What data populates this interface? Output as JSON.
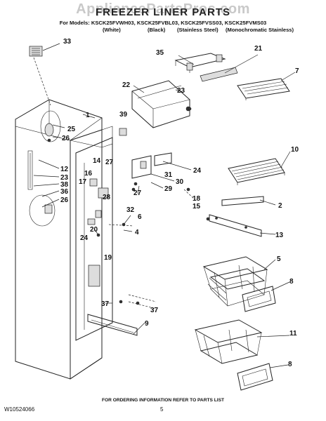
{
  "watermark": "AppliancePartsPros.com",
  "title": "FREEZER LINER PARTS",
  "models": "For Models: KSCK25FVWH03, KSCK25FVBL03, KSCK25FVSS03, KSCK25FVMS03",
  "variants": [
    "(White)",
    "(Black)",
    "(Stainless Steel)",
    "(Monochromatic Stainless)"
  ],
  "callouts": [
    "33",
    "35",
    "21",
    "7",
    "22",
    "23",
    "1",
    "39",
    "25",
    "26",
    "10",
    "12",
    "23",
    "38",
    "36",
    "26",
    "14",
    "16",
    "17",
    "27",
    "31",
    "24",
    "30",
    "29",
    "27",
    "18",
    "15",
    "28",
    "32",
    "2",
    "6",
    "20",
    "4",
    "24",
    "19",
    "13",
    "5",
    "8",
    "37",
    "37",
    "9",
    "11",
    "8"
  ],
  "footer_note": "FOR ORDERING INFORMATION REFER TO PARTS LIST",
  "doc_number": "W10524066",
  "page_number": "5"
}
